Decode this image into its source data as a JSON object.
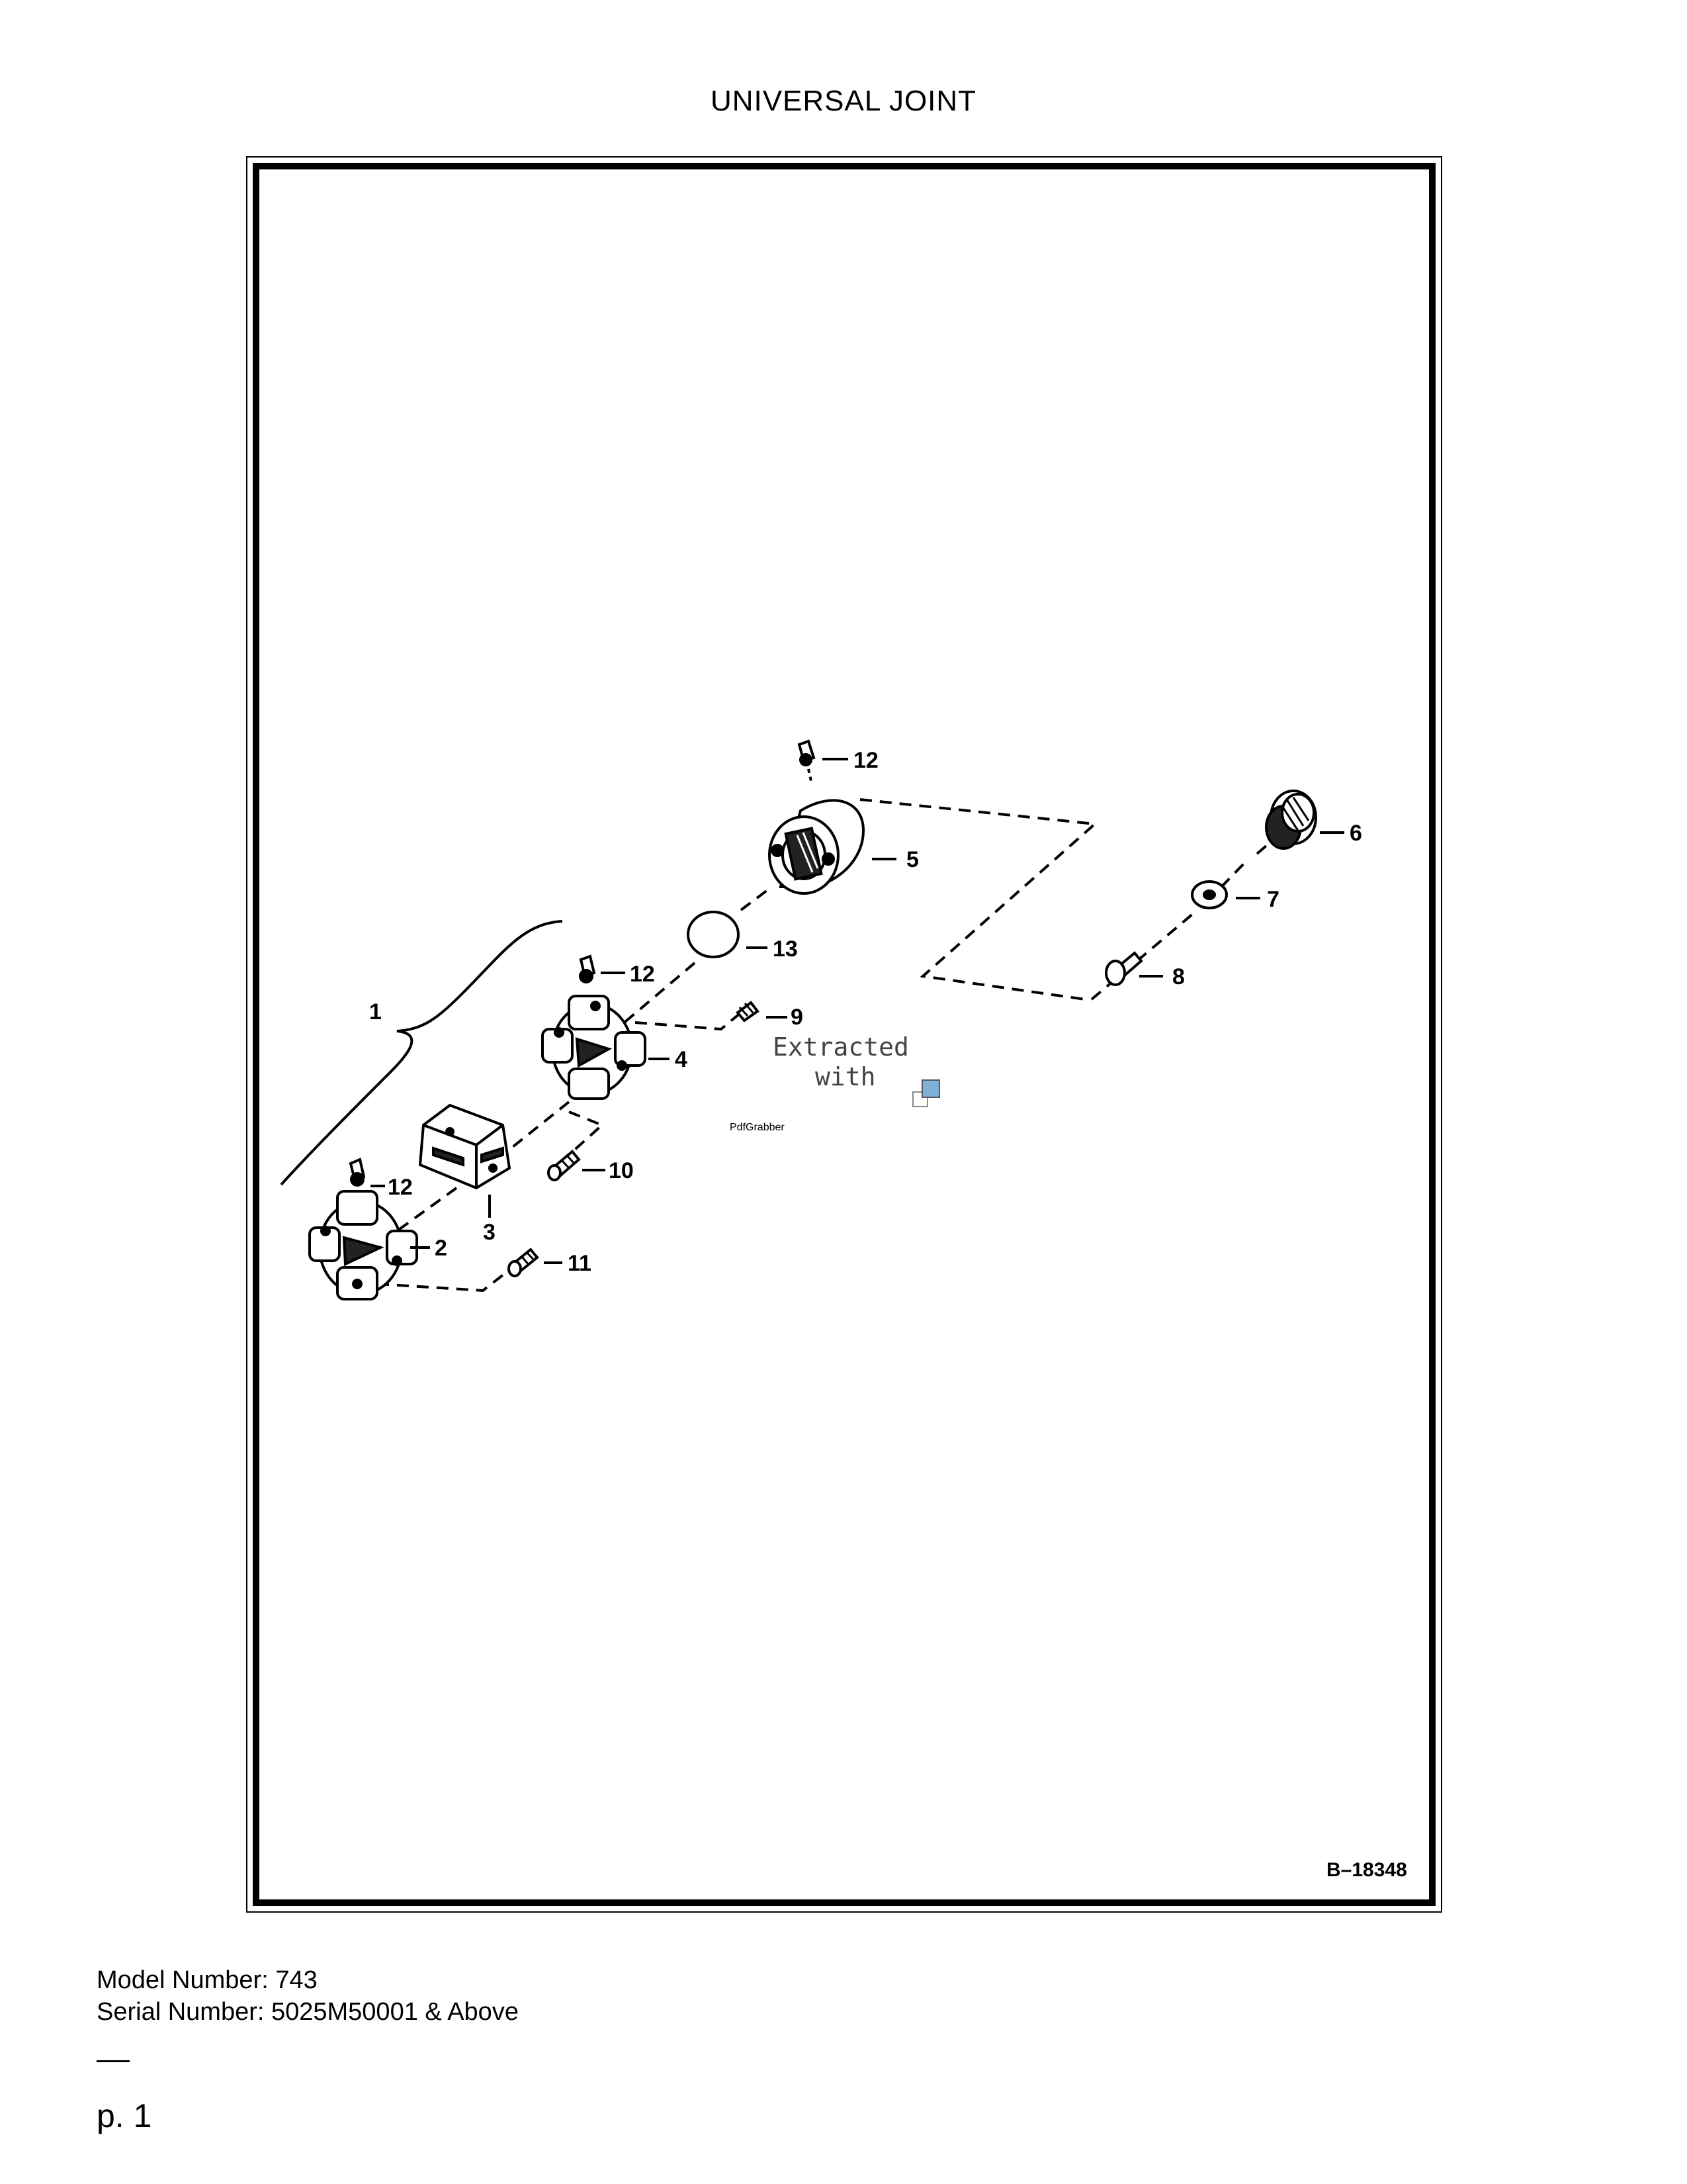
{
  "title": "UNIVERSAL JOINT",
  "figure_ref": "B–18348",
  "callouts": {
    "c1": "1",
    "c2": "2",
    "c3": "3",
    "c4": "4",
    "c5": "5",
    "c6": "6",
    "c7": "7",
    "c8": "8",
    "c9": "9",
    "c10": "10",
    "c11": "11",
    "c12a": "12",
    "c12b": "12",
    "c12c": "12",
    "c13": "13"
  },
  "watermark": {
    "line1": "Extracted",
    "line2": "with",
    "brand_a": "Pdf",
    "brand_b": "Grabber"
  },
  "model_number": "Model Number: 743",
  "serial_number": "Serial Number: 5025M50001 & Above",
  "page_label": "p. 1"
}
